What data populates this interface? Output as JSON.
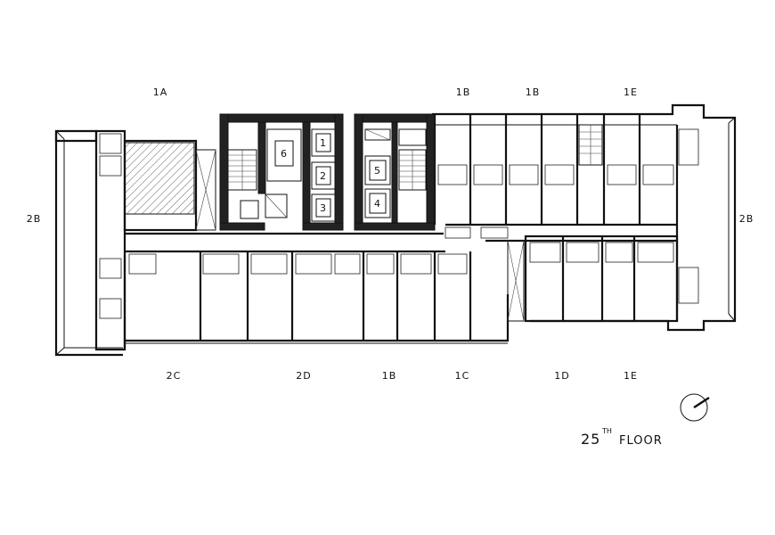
{
  "unit_labels_top": [
    "1A",
    "1B",
    "1B",
    "1E"
  ],
  "unit_labels_bottom": [
    "2C",
    "2D",
    "1B",
    "1C",
    "1D",
    "1E"
  ],
  "unit_label_left": "2B",
  "unit_label_right": "2B",
  "elevators": [
    "6",
    "1",
    "2",
    "3",
    "5",
    "4"
  ],
  "floor_title": {
    "number": "25",
    "suffix": "TH",
    "word": "FLOOR"
  },
  "north_arrow": "compass-icon"
}
